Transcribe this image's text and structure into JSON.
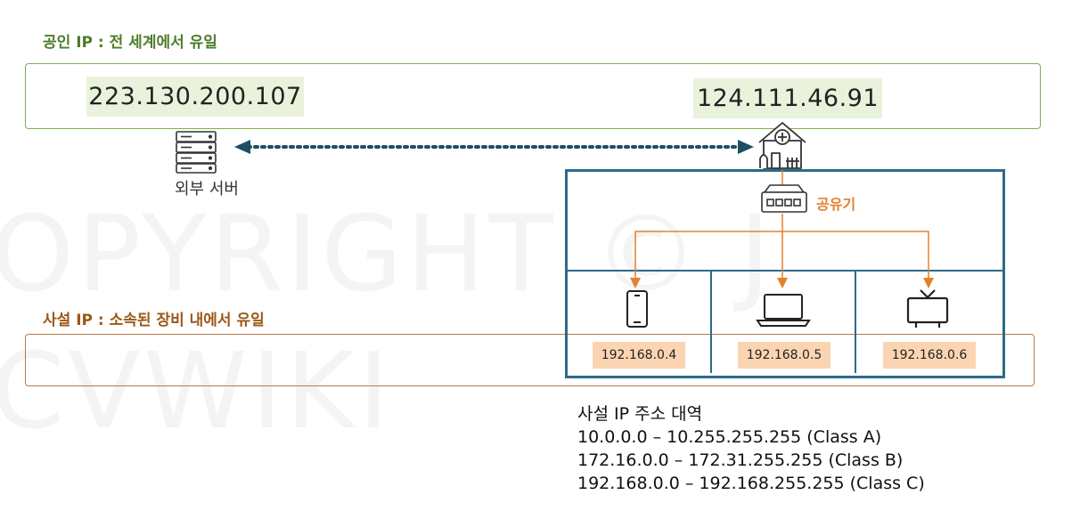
{
  "watermark": {
    "line1": "OPYRIGHT © J",
    "line2": "CVWIKI"
  },
  "public": {
    "title": "공인 IP : 전 세계에서 유일",
    "server_ip": "223.130.200.107",
    "home_ip": "124.111.46.91",
    "color": "#7fb04e"
  },
  "server": {
    "label": "외부 서버",
    "icon": "server-rack-icon"
  },
  "home": {
    "icon": "house-icon"
  },
  "router": {
    "label": "공유기",
    "icon": "router-icon",
    "color": "#e3812d"
  },
  "private": {
    "title": "사설 IP : 소속된 장비 내에서 유일",
    "color": "#b57a49"
  },
  "devices": [
    {
      "icon": "smartphone-icon",
      "ip": "192.168.0.4"
    },
    {
      "icon": "laptop-icon",
      "ip": "192.168.0.5"
    },
    {
      "icon": "tv-icon",
      "ip": "192.168.0.6"
    }
  ],
  "private_ranges": {
    "title": "사설 IP 주소 대역",
    "items": [
      "10.0.0.0 – 10.255.255.255 (Class A)",
      "172.16.0.0 – 172.31.255.255 (Class B)",
      "192.168.0.0 – 192.168.255.255 (Class C)"
    ]
  },
  "colors": {
    "lan_border": "#2d6a8a",
    "dotted_arrow": "#1f4e63",
    "device_ip_bg": "#fbd5b2",
    "public_ip_bg": "#e9f3dc"
  }
}
